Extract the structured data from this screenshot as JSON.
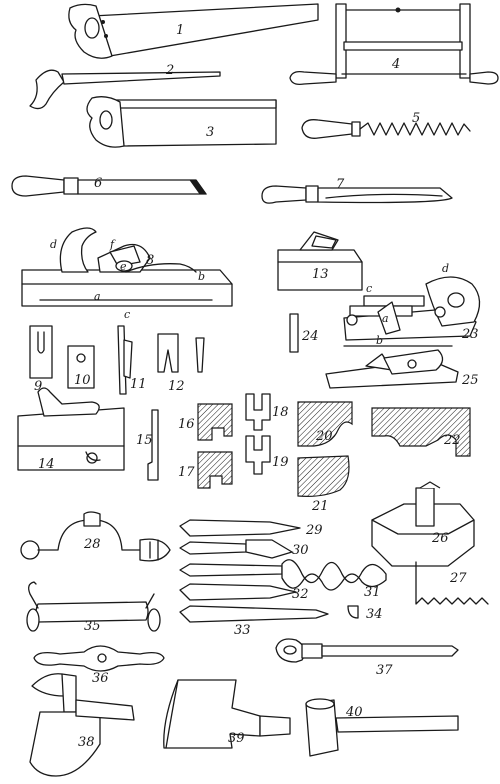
{
  "figure_labels": [
    "1",
    "2",
    "3",
    "4",
    "5",
    "6",
    "7",
    "8",
    "9",
    "10",
    "11",
    "12",
    "13",
    "14",
    "15",
    "16",
    "17",
    "18",
    "19",
    "20",
    "21",
    "22",
    "23",
    "24",
    "25",
    "26",
    "27",
    "28",
    "29",
    "30",
    "31",
    "32",
    "33",
    "34",
    "35",
    "36",
    "37",
    "38",
    "39",
    "40"
  ],
  "part_letters": {
    "jack_plane": [
      "d",
      "f",
      "e",
      "b",
      "a",
      "c"
    ],
    "plow_plane": [
      "d",
      "c",
      "a",
      "b"
    ]
  }
}
